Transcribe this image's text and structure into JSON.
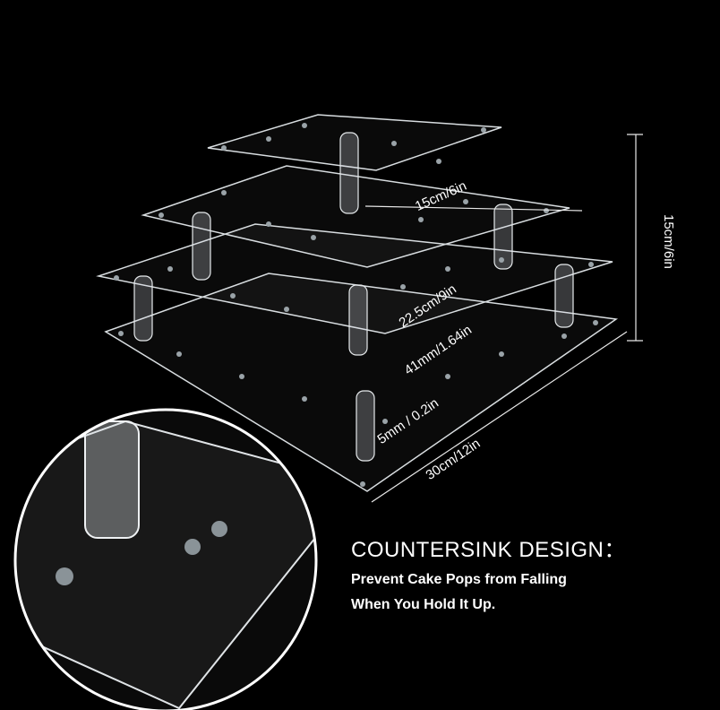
{
  "dimensions": {
    "top_width": "15cm/6in",
    "height": "15cm/6in",
    "middle_width": "22.5cm/9in",
    "hole_spacing": "41mm/1.64in",
    "thickness": "5mm / 0.2in",
    "bottom_width": "30cm/12in"
  },
  "feature": {
    "heading": "COUNTERSINK DESIGN：",
    "line1": "Prevent Cake Pops from Falling",
    "line2": "When You Hold It Up."
  },
  "colors": {
    "background": "#000000",
    "text": "#ffffff",
    "acrylic": "#cfd6da"
  }
}
